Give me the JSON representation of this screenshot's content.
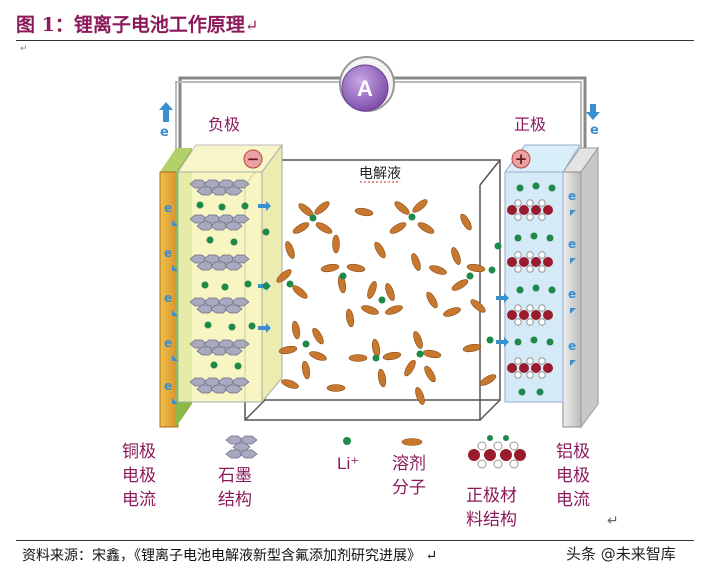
{
  "figure": {
    "title": "图 1：锂离子电池工作原理",
    "ammeter_label": "A",
    "electron_symbol": "e",
    "anode_label": "负极",
    "cathode_label": "正极",
    "anode_sign": "−",
    "cathode_sign": "+",
    "electrolyte_label": "电解液"
  },
  "legend": {
    "copper": "铜极\n电极\n电流",
    "graphite": "石墨\n结构",
    "li_ion": "Li⁺",
    "solvent": "溶剂\n分子",
    "cathode_structure": "正极材\n料结构",
    "aluminum": "铝极\n电极\n电流"
  },
  "footer": {
    "source": "资料来源：宋鑫，《锂离子电池电解液新型含氟添加剂研究进展》",
    "watermark": "头条 @未来智库"
  },
  "colors": {
    "title": "#8b1a5a",
    "copper": "#e6a83a",
    "graphite": "#a9a9c0",
    "li_ion": "#1e8a4a",
    "solvent": "#c8782e",
    "cathode_red": "#9a1c2c",
    "aluminum": "#d8d8d8",
    "ammeter": "#8a5cb0",
    "arrow": "#3a8fcf"
  }
}
